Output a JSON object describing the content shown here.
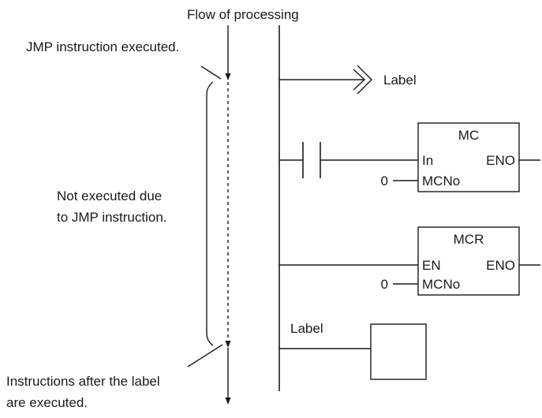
{
  "flow_label": "Flow of processing",
  "jmp_executed": "JMP instruction executed.",
  "not_executed": [
    "Not executed due",
    "to JMP instruction."
  ],
  "after_label": [
    "Instructions after the label",
    "are executed."
  ],
  "label_top": "Label",
  "label_bottom": "Label",
  "mc_block": {
    "title": "MC",
    "in": "In",
    "eno": "ENO",
    "mcno": "MCNo",
    "value": "0"
  },
  "mcr_block": {
    "title": "MCR",
    "en": "EN",
    "eno": "ENO",
    "mcno": "MCNo",
    "value": "0"
  }
}
